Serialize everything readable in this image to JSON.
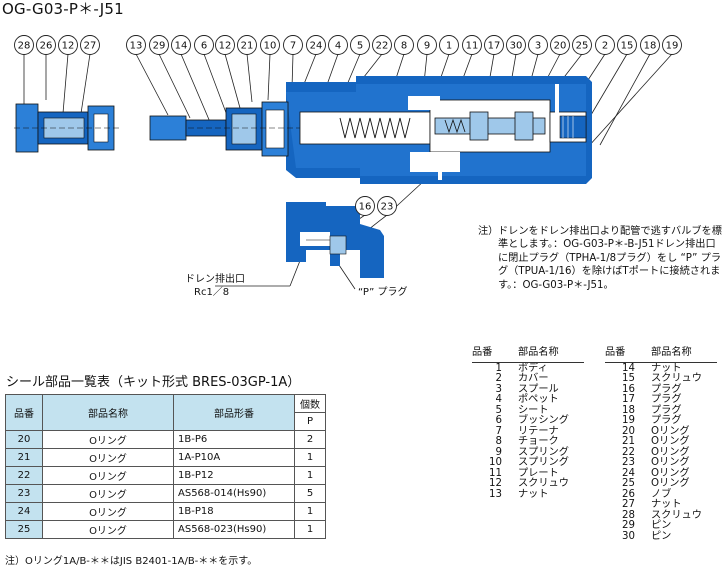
{
  "title": "OG-G03-P＊-J51",
  "balloons_row1": [
    "28",
    "26",
    "12",
    "27",
    "13",
    "29",
    "14",
    "6",
    "12",
    "21",
    "10",
    "7",
    "24",
    "4",
    "5",
    "22",
    "8",
    "9",
    "1",
    "11",
    "17",
    "30",
    "3",
    "20",
    "25",
    "2",
    "15",
    "18",
    "19"
  ],
  "balloons_row2": [
    "16",
    "23"
  ],
  "labels": {
    "drain_port": "ドレン排出口",
    "drain_size": "Rc1／8",
    "p_plug": "“P” プラグ"
  },
  "note_top": {
    "mark": "注）",
    "text": "ドレンをドレン排出口より配管で逃すバルブを標準とします。：OG-G03-P＊-B-J51ドレン排出口に閉止プラグ（TPHA-1/8プラグ）をし “P” プラグ（TPUA-1/16）を除けばTポートに接続されます。：OG-G03-P＊-J51。"
  },
  "seal_table": {
    "title": "シール部品一覧表（キット形式 BRES-03GP-1A）",
    "headers": {
      "no": "品番",
      "name": "部品名称",
      "model": "部品形番",
      "qty": "個数",
      "qty_sub": "P"
    },
    "rows": [
      {
        "no": "20",
        "name": "Oリング",
        "model": "1B-P6",
        "qty": "2"
      },
      {
        "no": "21",
        "name": "Oリング",
        "model": "1A-P10A",
        "qty": "1"
      },
      {
        "no": "22",
        "name": "Oリング",
        "model": "1B-P12",
        "qty": "1"
      },
      {
        "no": "23",
        "name": "Oリング",
        "model": "AS568-014(Hs90)",
        "qty": "5"
      },
      {
        "no": "24",
        "name": "Oリング",
        "model": "1B-P18",
        "qty": "1"
      },
      {
        "no": "25",
        "name": "Oリング",
        "model": "AS568-023(Hs90)",
        "qty": "1"
      }
    ],
    "note": "注）Oリング1A/B-＊＊はJIS B2401-1A/B-＊＊を示す。"
  },
  "parts_list": {
    "headers": {
      "no": "品番",
      "name": "部品名称"
    },
    "left": [
      {
        "no": "1",
        "name": "ボディ"
      },
      {
        "no": "2",
        "name": "カバー"
      },
      {
        "no": "3",
        "name": "スプール"
      },
      {
        "no": "4",
        "name": "ポペット"
      },
      {
        "no": "5",
        "name": "シート"
      },
      {
        "no": "6",
        "name": "ブッシング"
      },
      {
        "no": "7",
        "name": "リテーナ"
      },
      {
        "no": "8",
        "name": "チョーク"
      },
      {
        "no": "9",
        "name": "スプリング"
      },
      {
        "no": "10",
        "name": "スプリング"
      },
      {
        "no": "11",
        "name": "プレート"
      },
      {
        "no": "12",
        "name": "スクリュウ"
      },
      {
        "no": "13",
        "name": "ナット"
      }
    ],
    "right": [
      {
        "no": "14",
        "name": "ナット"
      },
      {
        "no": "15",
        "name": "スクリュウ"
      },
      {
        "no": "16",
        "name": "プラグ"
      },
      {
        "no": "17",
        "name": "プラグ"
      },
      {
        "no": "18",
        "name": "プラグ"
      },
      {
        "no": "19",
        "name": "プラグ"
      },
      {
        "no": "20",
        "name": "Oリング"
      },
      {
        "no": "21",
        "name": "Oリング"
      },
      {
        "no": "22",
        "name": "Oリング"
      },
      {
        "no": "23",
        "name": "Oリング"
      },
      {
        "no": "24",
        "name": "Oリング"
      },
      {
        "no": "25",
        "name": "Oリング"
      },
      {
        "no": "26",
        "name": "ノブ"
      },
      {
        "no": "27",
        "name": "ナット"
      },
      {
        "no": "28",
        "name": "スクリュウ"
      },
      {
        "no": "29",
        "name": "ピン"
      },
      {
        "no": "30",
        "name": "ピン"
      }
    ]
  },
  "colors": {
    "body": "#1565c0",
    "body_light": "#2c80d8",
    "table_header": "#c3e2ef"
  }
}
